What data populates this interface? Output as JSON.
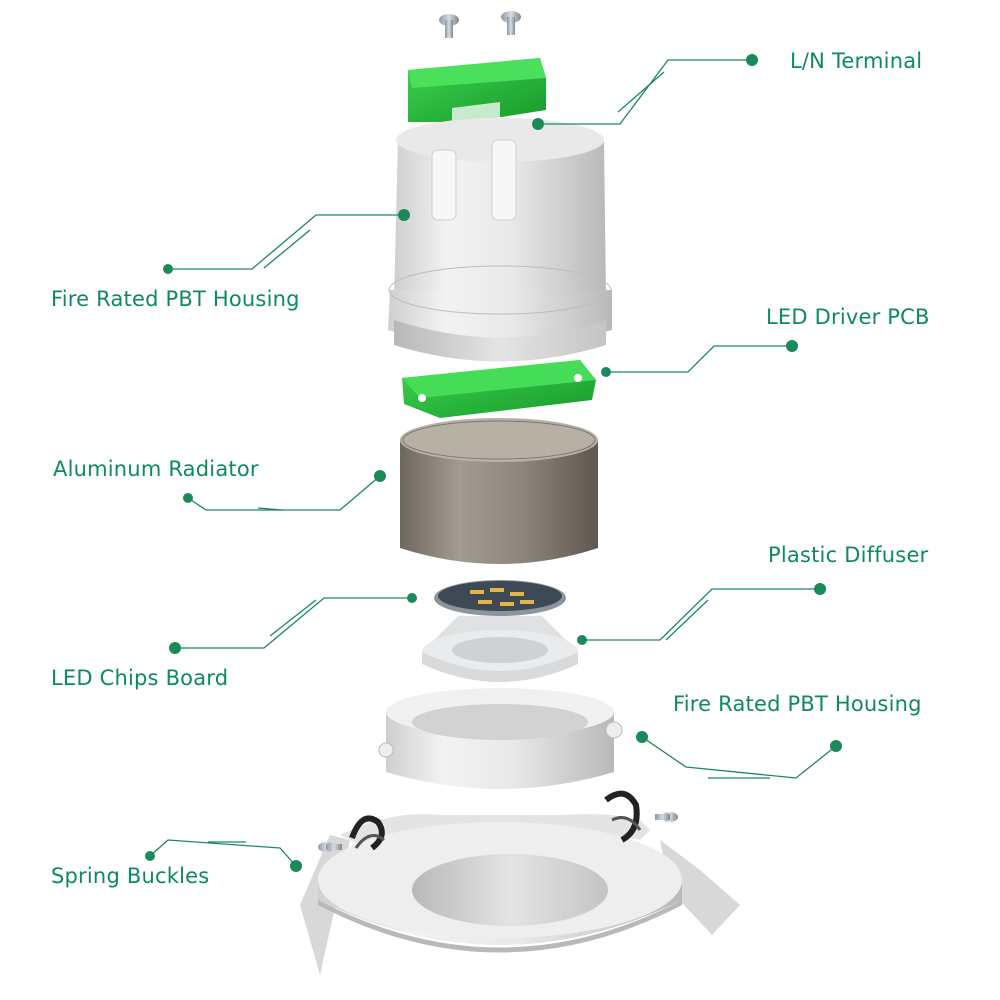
{
  "labels": {
    "ln_terminal": "L/N Terminal",
    "housing_top": "Fire Rated PBT Housing",
    "driver_pcb": "LED Driver PCB",
    "radiator": "Aluminum Radiator",
    "diffuser": "Plastic Diffuser",
    "chips_board": "LED Chips Board",
    "housing_bottom": "Fire Rated PBT Housing",
    "spring_buckles": "Spring Buckles"
  },
  "colors": {
    "label_text": "#0e8a5f",
    "leader": "#1b8a5a",
    "pcb_green": "#22b53a",
    "plastic_white": "#e6e6e6",
    "aluminum": "#8d867c"
  }
}
